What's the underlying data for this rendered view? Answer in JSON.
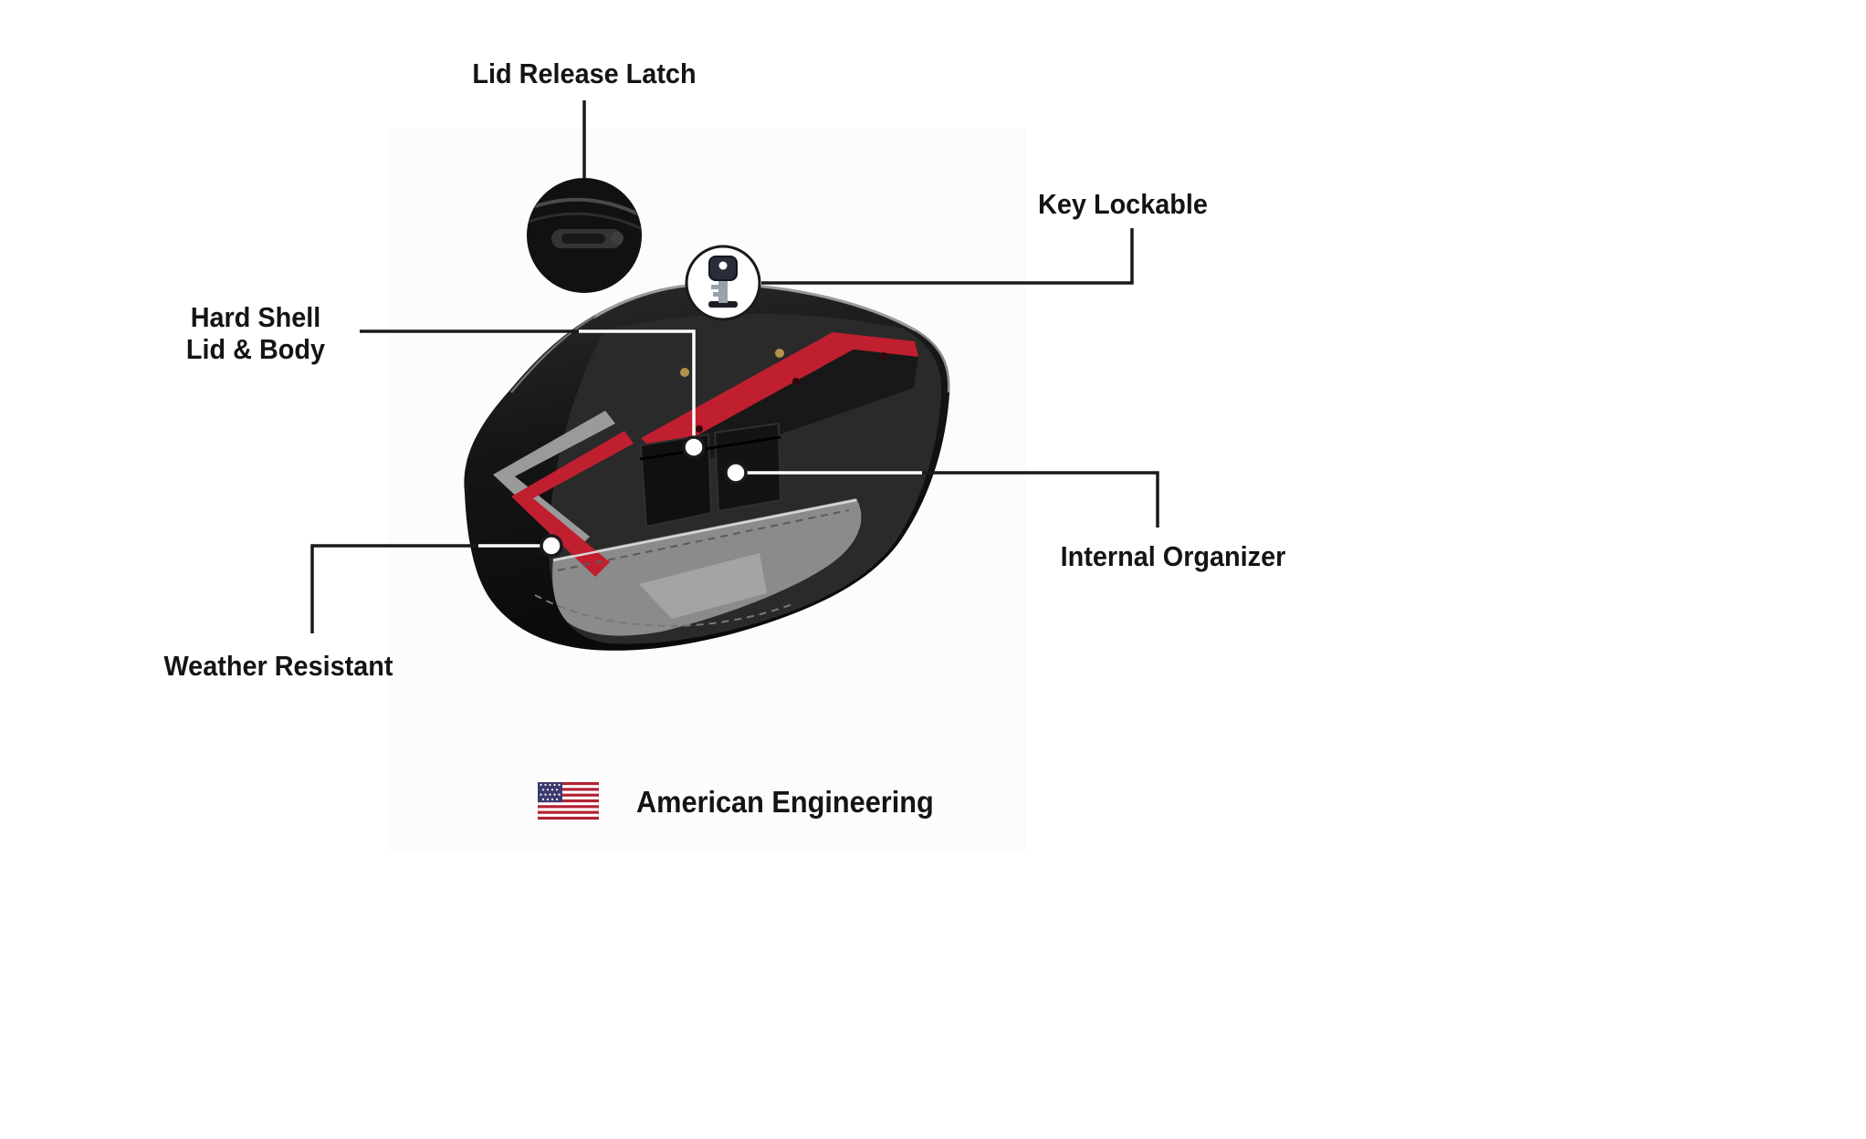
{
  "callouts": {
    "lid_release_latch": "Lid Release Latch",
    "key_lockable": "Key Lockable",
    "hard_shell_line1": "Hard Shell",
    "hard_shell_line2": "Lid & Body",
    "internal_organizer": "Internal Organizer",
    "weather_resistant": "Weather Resistant"
  },
  "footer": {
    "text": "American Engineering",
    "flag_icon": "us-flag-icon"
  },
  "icons": {
    "latch_inset": "lid-latch-photo-icon",
    "key_inset": "key-icon",
    "flag": "us-flag-icon"
  },
  "colors": {
    "accent_red": "#C01F2F",
    "trim_gray": "#9A9A9A",
    "interior_gray": "#8B8B8B",
    "body_black": "#141414",
    "line_black": "#1A1A1A",
    "flag_red": "#B22234",
    "flag_blue": "#3C3B6E"
  }
}
